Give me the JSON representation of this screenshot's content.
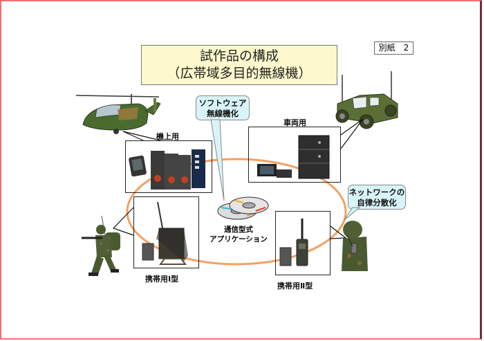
{
  "title": {
    "line1": "試作品の構成",
    "line2": "（広帯域多目的無線機）"
  },
  "attachment_tag": "別紙　2",
  "callouts": {
    "software": {
      "line1": "ソフトウェア",
      "line2": "無線機化"
    },
    "network": {
      "line1": "ネットワークの",
      "line2": "自律分散化"
    }
  },
  "equipment": {
    "airborne": {
      "label": "機上用",
      "icon": "helicopter-icon"
    },
    "vehicle": {
      "label": "車両用",
      "icon": "vehicle-icon"
    },
    "manpack1": {
      "label": "携帯用Ⅰ型",
      "icon": "soldier-icon"
    },
    "manpack2": {
      "label": "携帯用Ⅱ型",
      "icon": "soldier-icon"
    }
  },
  "center": {
    "line1": "通信型式",
    "line2": "アプリケーション",
    "icon": "cd-disc-icon"
  },
  "colors": {
    "ring": "#f4a060",
    "title_bg": "#fdf9cc",
    "callout_bg": "#d8f4f8",
    "frame": "#f07070",
    "camo_green": "#4a6b2e",
    "camo_tan": "#9a7a3c"
  }
}
